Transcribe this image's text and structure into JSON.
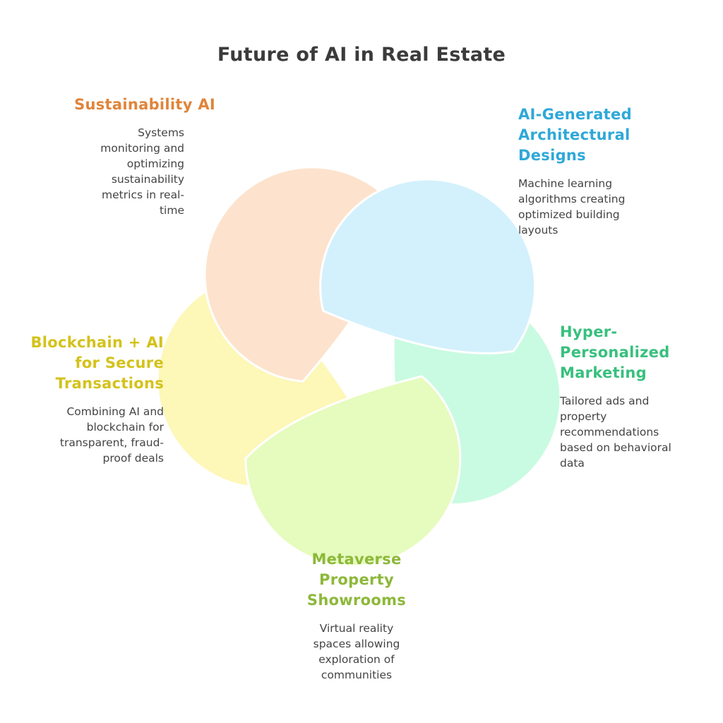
{
  "title": "Future of AI in Real Estate",
  "colors": {
    "sustainability": "#e0843a",
    "architectural": "#2fa8d8",
    "marketing": "#38c07e",
    "metaverse": "#8db83a",
    "blockchain": "#d4c21a",
    "fill_sustainability": "#fde3cd",
    "fill_architectural": "#d3f1fc",
    "fill_marketing": "#c9fbe2",
    "fill_metaverse": "#e6fbbe",
    "fill_blockchain": "#fdf7b8"
  },
  "items": {
    "sustainability": {
      "title": "Sustainability AI",
      "desc": "Systems monitoring and optimizing sustainability metrics in real-time"
    },
    "architectural": {
      "title": "AI-Generated Architectural Designs",
      "desc": "Machine learning algorithms creating optimized building layouts"
    },
    "marketing": {
      "title": "Hyper-Personalized Marketing",
      "desc": "Tailored ads and property recommendations based on behavioral data"
    },
    "metaverse": {
      "title": "Metaverse Property Showrooms",
      "desc": "Virtual reality spaces allowing exploration of communities"
    },
    "blockchain": {
      "title": "Blockchain + AI for Secure Transactions",
      "desc": "Combining AI and blockchain for transparent, fraud-proof deals"
    }
  }
}
